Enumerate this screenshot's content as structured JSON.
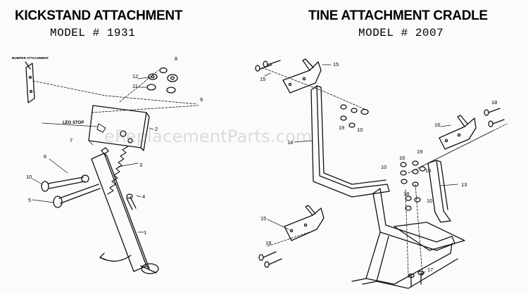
{
  "left": {
    "title": "KICKSTAND ATTACHMENT",
    "model": "MODEL # 1931",
    "labels": {
      "bumper": "BUMPER ATTACHMENT",
      "leg_stop": "LEG STOP"
    },
    "callouts": [
      "1",
      "2",
      "3",
      "4",
      "5",
      "6",
      "7",
      "8",
      "9",
      "10",
      "11",
      "12"
    ]
  },
  "right": {
    "title": "TINE ATTACHMENT CRADLE",
    "model": "MODEL # 2007",
    "callouts": [
      "13",
      "14",
      "15",
      "15",
      "15",
      "16",
      "16",
      "17",
      "18",
      "18",
      "18",
      "19",
      "19",
      "10",
      "10",
      "10",
      "10"
    ]
  },
  "watermark": "eReplacementParts.com"
}
